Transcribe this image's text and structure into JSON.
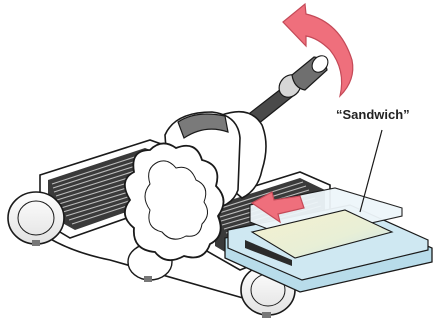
{
  "diagram": {
    "callout": {
      "label": "“Sandwich”"
    },
    "arrows": {
      "rotate": "rotate-arrow",
      "feed": "feed-arrow"
    },
    "colors": {
      "arrow": "#ef6f7c",
      "arrow_stroke": "#c44a58",
      "handle_grip": "#6f6f6f",
      "metal": "#d0d0d0",
      "outline": "#1a1a1a",
      "mat_blue": "#b8dcea",
      "cutting_plate": "#f3edcc",
      "machine_body": "#ffffff"
    }
  }
}
